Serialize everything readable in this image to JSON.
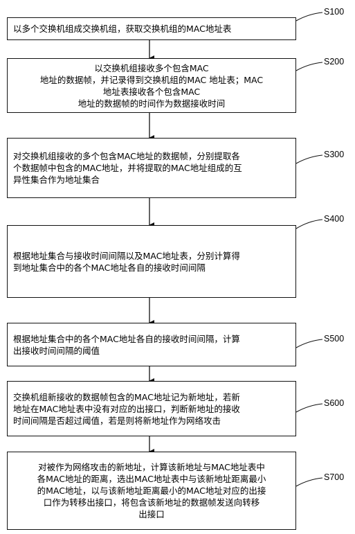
{
  "steps": [
    {
      "label": "S100",
      "lines": [
        "以多个交换机组成交换机组，获取交换机组的MAC地址表"
      ]
    },
    {
      "label": "S200",
      "lines": [
        "以交换机组接收多个包含MAC",
        "地址的数据帧，并记录得到交换机组的MAC 地址表；MAC",
        "地址表接收各个包含MAC",
        "地址的数据帧的时间作为数据接收时间"
      ]
    },
    {
      "label": "S300",
      "lines": [
        "对交换机组接收的多个包含MAC地址的数据帧，分别提取各",
        "个数据帧中包含的MAC地址，并将提取的MAC地址组成的互",
        "异性集合作为地址集合"
      ]
    },
    {
      "label": "S400",
      "lines": [
        "根据地址集合与接收时间间隔以及MAC地址表，分别计算得",
        "到地址集合中的各个MAC地址各自的接收时间间隔"
      ]
    },
    {
      "label": "S500",
      "lines": [
        "根据地址集合中的各个MAC地址各自的接收时间间隔，计算",
        "出接收时间间隔的阈值"
      ]
    },
    {
      "label": "S600",
      "lines": [
        "交换机组新接收的数据帧包含的MAC地址记为新地址，若新",
        "地址在MAC地址表中没有对应的出接口，判断新地址的接收",
        "时间间隔是否超过阈值，若是则将新地址作为网络攻击"
      ]
    },
    {
      "label": "S700",
      "lines": [
        "对被作为网络攻击的新地址，计算该新地址与MAC地址表中",
        "各MAC地址的距离，选出MAC地址表中与该新地址距离最小",
        "的MAC地址，以与该新地址距离最小的MAC地址对应的出接",
        "口作为转移出接口，将包含该新地址的数据帧发送向转移",
        "出接口"
      ]
    }
  ]
}
